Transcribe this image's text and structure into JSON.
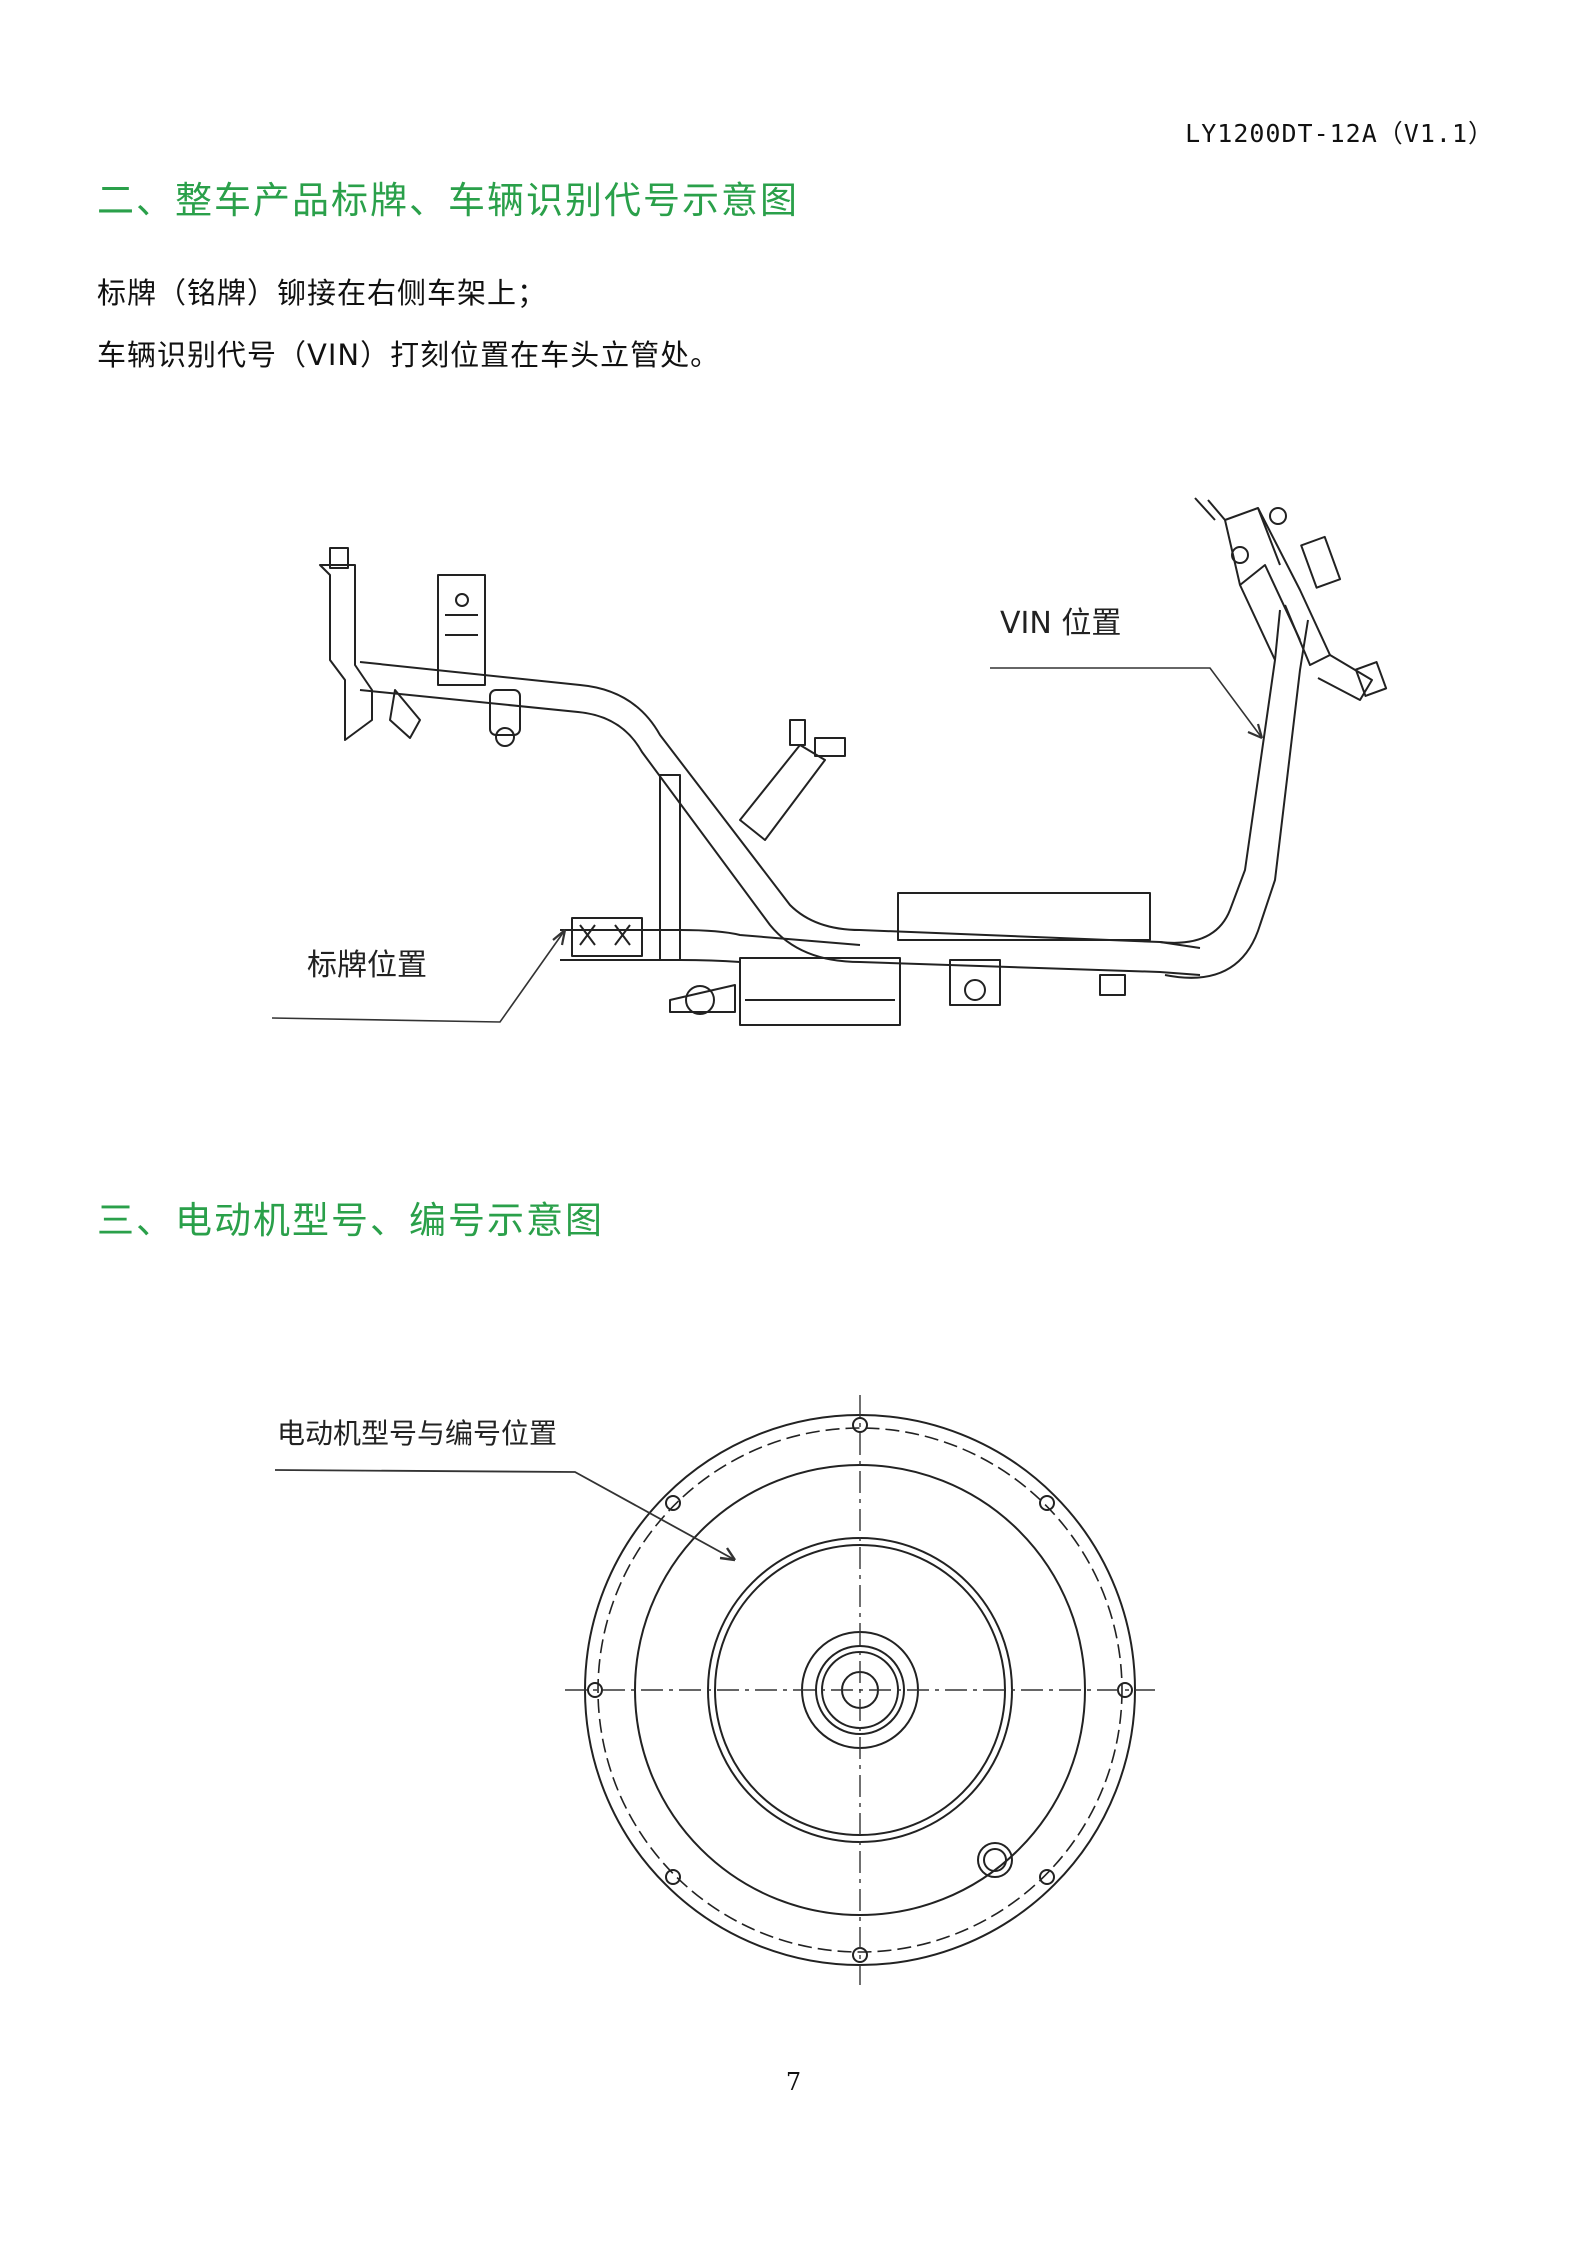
{
  "header": {
    "doc_code": "LY1200DT-12A（V1.1）"
  },
  "section2": {
    "heading": "二、整车产品标牌、车辆识别代号示意图",
    "line1": "标牌（铭牌）铆接在右侧车架上；",
    "line2": "车辆识别代号（VIN）打刻位置在车头立管处。",
    "vin_label": "VIN 位置",
    "plate_label": "标牌位置"
  },
  "section3": {
    "heading": "三、电动机型号、编号示意图",
    "motor_label": "电动机型号与编号位置"
  },
  "footer": {
    "page_number": "7"
  },
  "colors": {
    "heading": "#2aa04a",
    "text": "#111111",
    "line": "#222222"
  }
}
